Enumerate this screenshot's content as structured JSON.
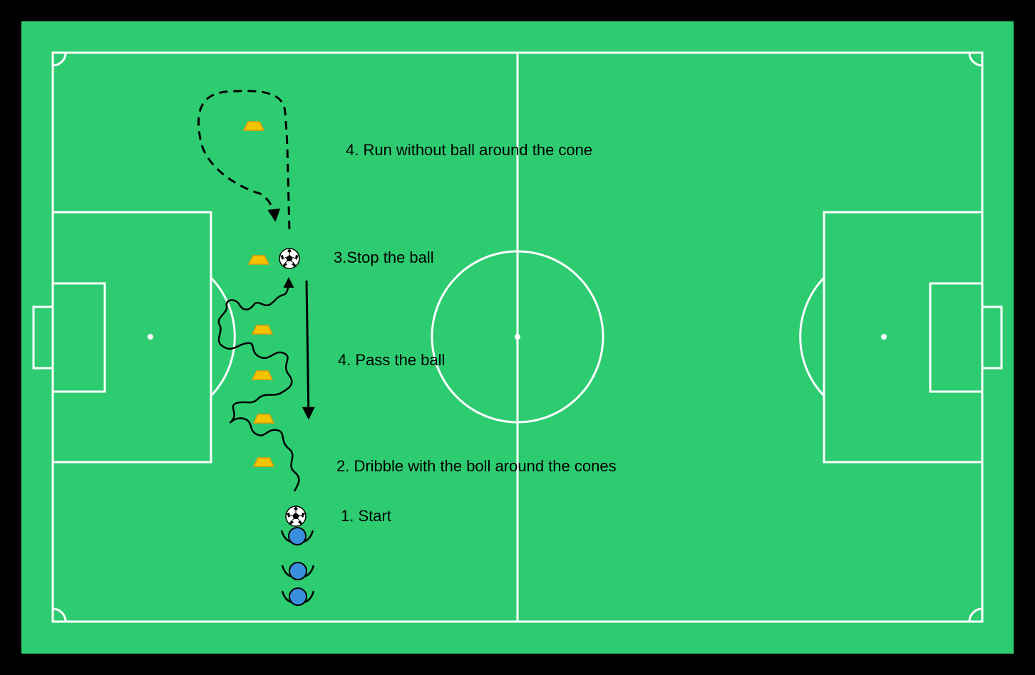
{
  "colors": {
    "background": "#000000",
    "pitch": "#2ecc71",
    "lines": "#ffffff",
    "cone_fill": "#f5c400",
    "cone_edge": "#e89a00",
    "player_fill": "#3a8fdc",
    "path": "#000000"
  },
  "labels": {
    "run_around_cone": "4. Run without ball around the cone",
    "stop_ball": "3.Stop the ball",
    "pass_ball": "4. Pass the ball",
    "dribble": "2. Dribble with the boll around the cones",
    "start": "1. Start"
  },
  "icons": {
    "cone": "cone-icon",
    "ball": "soccer-ball-icon",
    "player": "player-icon"
  }
}
